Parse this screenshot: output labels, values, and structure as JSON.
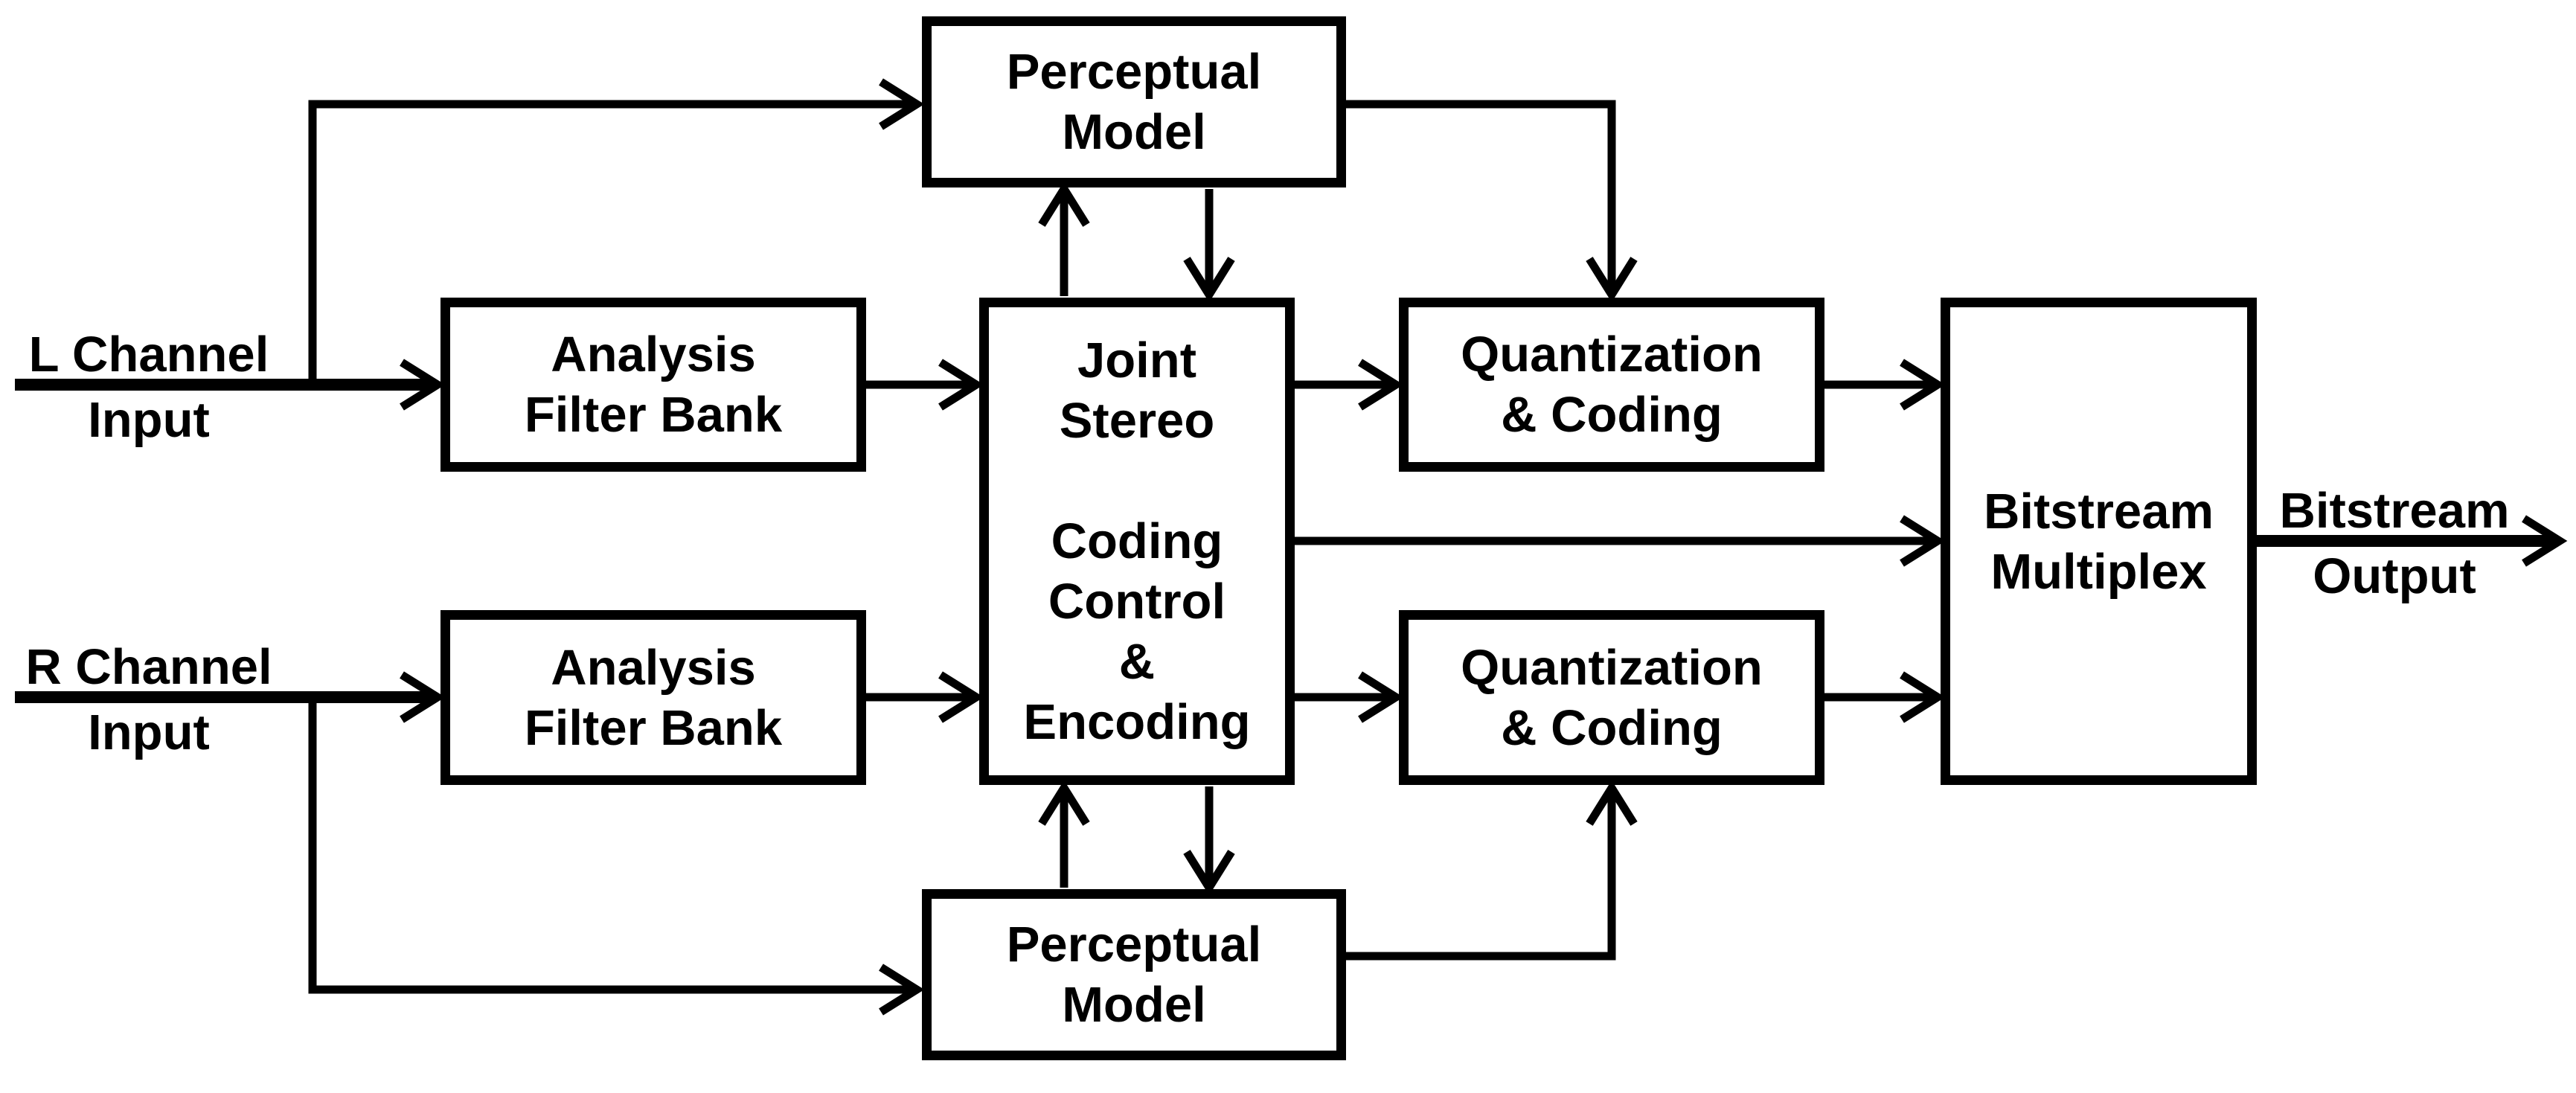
{
  "colors": {
    "background": "#ffffff",
    "ink": "#000000"
  },
  "boxes": {
    "perceptual_model_top": {
      "label": "Perceptual\nModel"
    },
    "analysis_filter_bank_l": {
      "label": "Analysis\nFilter Bank"
    },
    "joint_stereo": {
      "label": "Joint\nStereo\n\nCoding\nControl\n&\nEncoding"
    },
    "quantization_coding_top": {
      "label": "Quantization\n& Coding"
    },
    "bitstream_multiplex": {
      "label": "Bitstream\nMultiplex"
    },
    "analysis_filter_bank_r": {
      "label": "Analysis\nFilter Bank"
    },
    "quantization_coding_bottom": {
      "label": "Quantization\n& Coding"
    },
    "perceptual_model_bottom": {
      "label": "Perceptual\nModel"
    }
  },
  "io_labels": {
    "l_channel": "L Channel",
    "l_input": "Input",
    "r_channel": "R Channel",
    "r_input": "Input",
    "bitstream": "Bitstream",
    "output": "Output"
  }
}
